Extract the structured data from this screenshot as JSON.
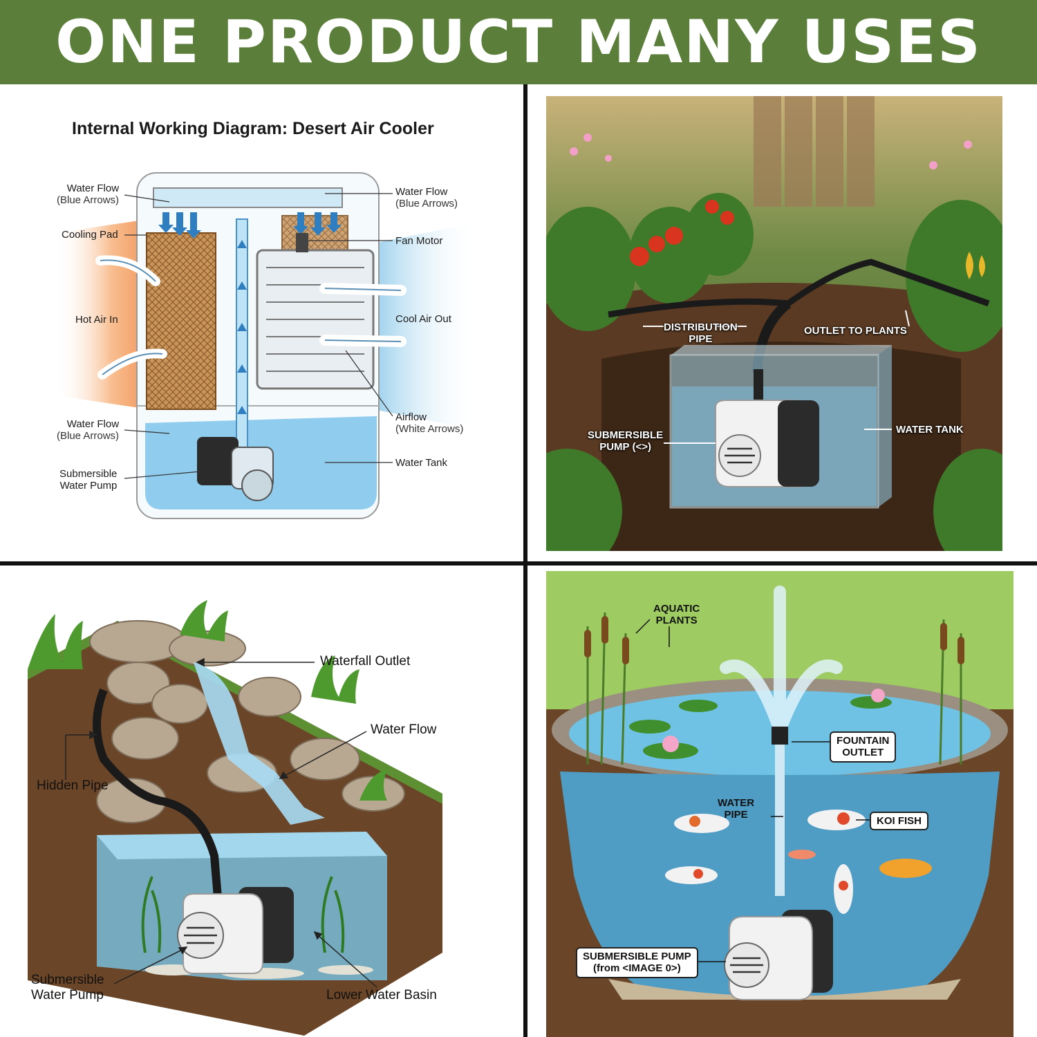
{
  "banner": {
    "title": "ONE PRODUCT MANY USES"
  },
  "cooler": {
    "title": "Internal Working Diagram: Desert Air Cooler",
    "labels": {
      "water_flow_top_left": "Water Flow",
      "water_flow_top_left_sub": "(Blue Arrows)",
      "cooling_pad": "Cooling Pad",
      "hot_air_in": "Hot Air In",
      "water_flow_bottom_left": "Water Flow",
      "water_flow_bottom_left_sub": "(Blue Arrows)",
      "submersible_pump": "Submersible",
      "submersible_pump_line2": "Water Pump",
      "water_flow_top_right": "Water Flow",
      "water_flow_top_right_sub": "(Blue Arrows)",
      "fan_motor": "Fan Motor",
      "cool_air_out": "Cool Air Out",
      "airflow": "Airflow",
      "airflow_sub": "(White Arrows)",
      "water_tank": "Water Tank"
    }
  },
  "garden": {
    "labels": {
      "distribution_pipe": "DISTRIBUTION",
      "distribution_pipe_line2": "PIPE",
      "outlet_to_plants": "OUTLET TO PLANTS",
      "submersible_pump": "SUBMERSIBLE",
      "submersible_pump_line2": "PUMP (<>)",
      "water_tank": "WATER TANK"
    }
  },
  "waterfall": {
    "labels": {
      "waterfall_outlet": "Waterfall Outlet",
      "water_flow": "Water Flow",
      "hidden_pipe": "Hidden Pipe",
      "submersible_pump": "Submersible",
      "submersible_pump_line2": "Water Pump",
      "lower_water_basin": "Lower Water Basin"
    }
  },
  "pond": {
    "labels": {
      "aquatic_plants": "AQUATIC",
      "aquatic_plants_line2": "PLANTS",
      "fountain_outlet": "FOUNTAIN",
      "fountain_outlet_line2": "OUTLET",
      "water_pipe": "WATER",
      "water_pipe_line2": "PIPE",
      "koi_fish": "KOI FISH",
      "submersible_pump": "SUBMERSIBLE PUMP",
      "submersible_pump_line2": "(from <IMAGE 0>)"
    }
  },
  "colors": {
    "banner": "#5b7f3a",
    "water": "#7ec3ea",
    "soil": "#5a3a22",
    "pump_body": "#f2f2f2",
    "pump_dark": "#2b2b2b",
    "hot_air": "#f6a86a",
    "cool_air": "#bfe3f5"
  },
  "icons": [
    "water-pump-icon",
    "cooling-pad-icon",
    "fan-icon",
    "koi-fish-icon",
    "lily-pad-icon",
    "cattail-icon"
  ]
}
